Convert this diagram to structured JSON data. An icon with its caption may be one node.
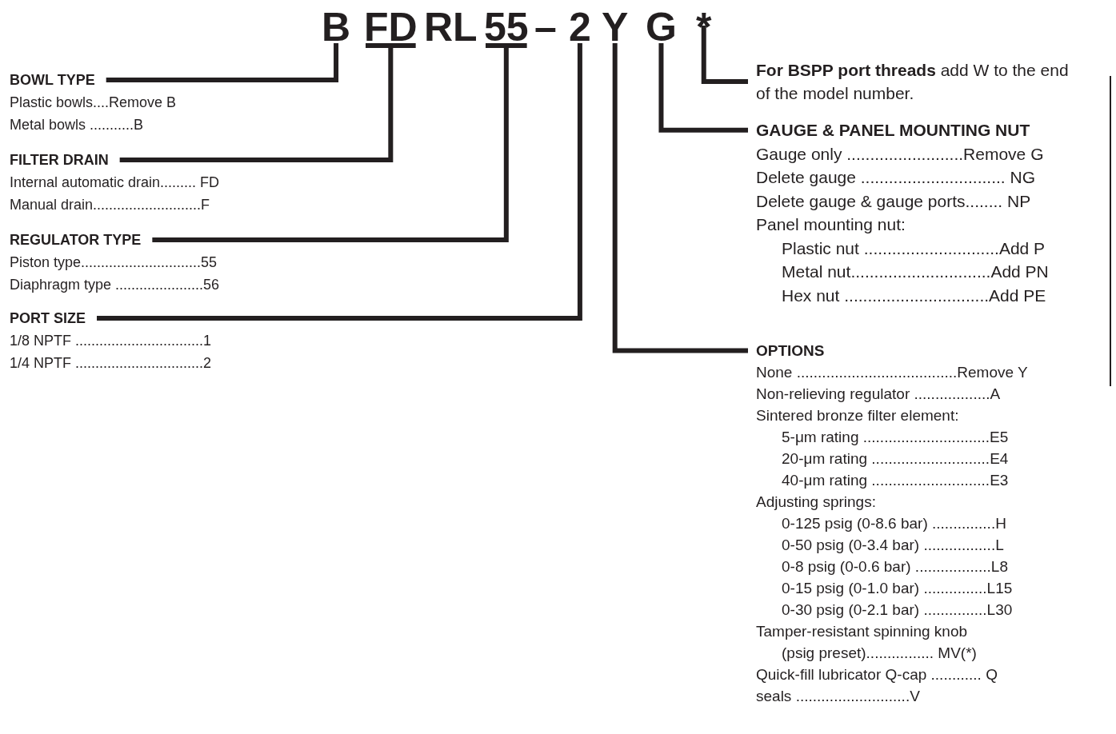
{
  "diagram": {
    "nodes": [
      {
        "text": [
          "B"
        ]
      },
      {
        "text": [
          "FD"
        ]
      },
      {
        "text": [
          "55"
        ]
      },
      {
        "text": [
          "2"
        ]
      },
      {
        "text": [
          "Y"
        ]
      },
      {
        "text": [
          "G"
        ]
      },
      {
        "text": [
          "*"
        ]
      },
      {
        "text": [
          "BOWL TYPE",
          "Plastic bowls....Remove B",
          "Metal bowls ...........B"
        ]
      },
      {
        "text": [
          "FILTER DRAIN",
          "Internal automatic drain......... FD",
          "Manual drain...........................F"
        ]
      },
      {
        "text": [
          "REGULATOR TYPE",
          "Piston type..............................55",
          "Diaphragm type ......................56"
        ]
      },
      {
        "text": [
          "PORT SIZE",
          "1/8 NPTF ................................1",
          "1/4 NPTF ................................2"
        ]
      },
      {
        "text": [
          "**For BSPP port threads** add W to the end of the model number."
        ]
      },
      {
        "text": [
          "GAUGE & PANEL MOUNTING NUT",
          "Gauge only .........................Remove G",
          "Delete gauge ............................... NG",
          "Delete gauge & gauge ports........ NP",
          "Panel mounting nut:",
          "Plastic nut .............................Add P",
          "Metal nut..............................Add PN",
          "Hex nut ...............................Add PE"
        ]
      },
      {
        "text": [
          "OPTIONS",
          "None ......................................Remove Y",
          "Non-relieving regulator ..................A",
          "Sintered bronze filter element:",
          "5-μm rating ..............................E5",
          "20-μm rating ............................E4",
          "40-μm rating ............................E3",
          "Adjusting springs:",
          "0-125 psig (0-8.6 bar) ...............H",
          "0-50 psig (0-3.4 bar) .................L",
          "0-8 psig (0-0.6 bar) ..................L8",
          "0-15 psig (0-1.0 bar) ...............L15",
          "0-30 psig (0-2.1 bar) ...............L30",
          "Tamper-resistant spinning knob (psig preset)................ MV(*)",
          "Quick-fill lubricator Q-cap ............ Q",
          "seals ...........................V"
        ]
      }
    ],
    "edges": [
      {
        "from": 0,
        "to": 7,
        "arrow": "none"
      },
      {
        "from": 1,
        "to": 8,
        "arrow": "none"
      },
      {
        "from": 2,
        "to": 9,
        "arrow": "none"
      },
      {
        "from": 3,
        "to": 10,
        "arrow": "none"
      },
      {
        "from": 4,
        "to": 13,
        "arrow": "none"
      },
      {
        "from": 5,
        "to": 12,
        "arrow": "none"
      },
      {
        "from": 6,
        "to": 11,
        "arrow": "none"
      }
    ],
    "labels": [
      "RL",
      "–"
    ]
  }
}
